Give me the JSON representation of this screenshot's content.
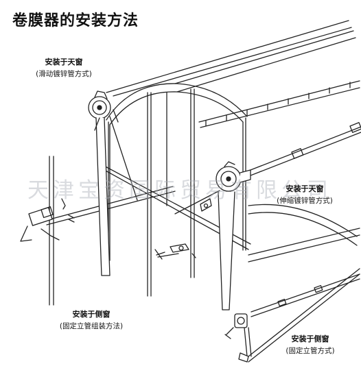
{
  "title": "卷膜器的安装方法",
  "watermark": "天津宝资国际贸易有限公司",
  "labels": {
    "roof_slide": {
      "main": "安装于天窗",
      "sub": "(滑动镀锌管方式)"
    },
    "roof_telescopic": {
      "main": "安装于天窗",
      "sub": "(伸缩镀锌管方式)"
    },
    "side_group": {
      "main": "安装于侧窗",
      "sub": "(固定立管组装方法)"
    },
    "side_fixed": {
      "main": "安装于侧窗",
      "sub": "(固定立管方式)"
    }
  },
  "colors": {
    "line": "#222222",
    "background": "#ffffff",
    "watermark": "#aab0bb"
  }
}
